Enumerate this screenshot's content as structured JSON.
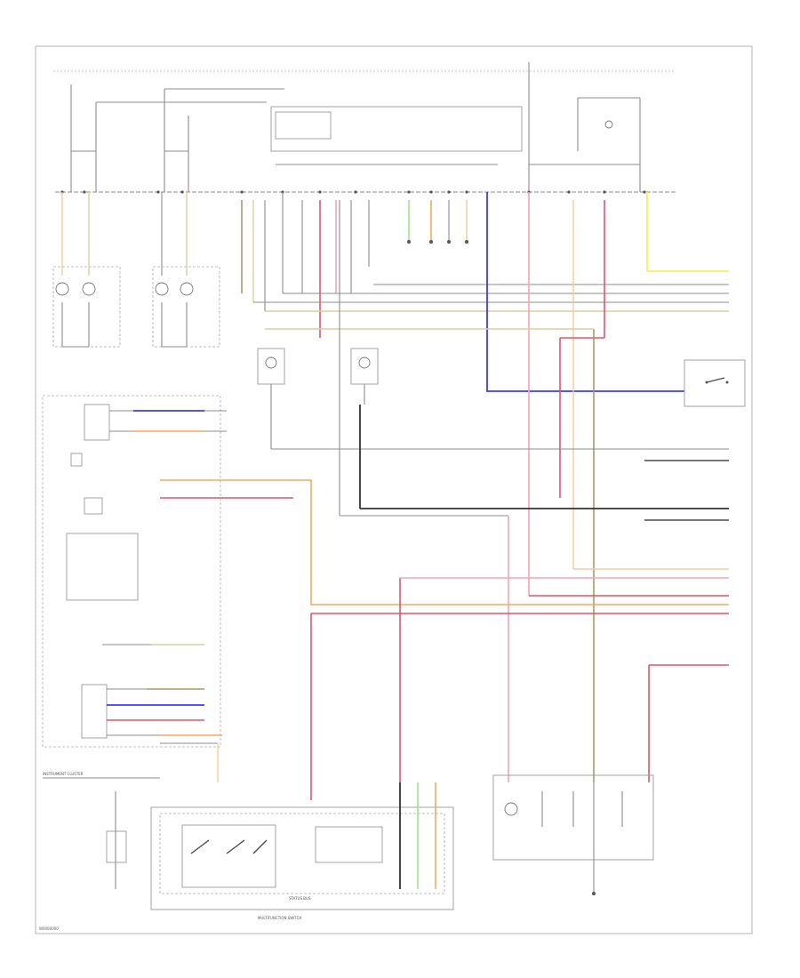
{
  "diagram": {
    "labels": {
      "ic_block": "INSTRUMENT CLUSTER",
      "bottom_module": "MULTIFUNCTION SWITCH",
      "bottom_inner": "STATUS BUS",
      "corner_ref": "W0000000"
    }
  }
}
